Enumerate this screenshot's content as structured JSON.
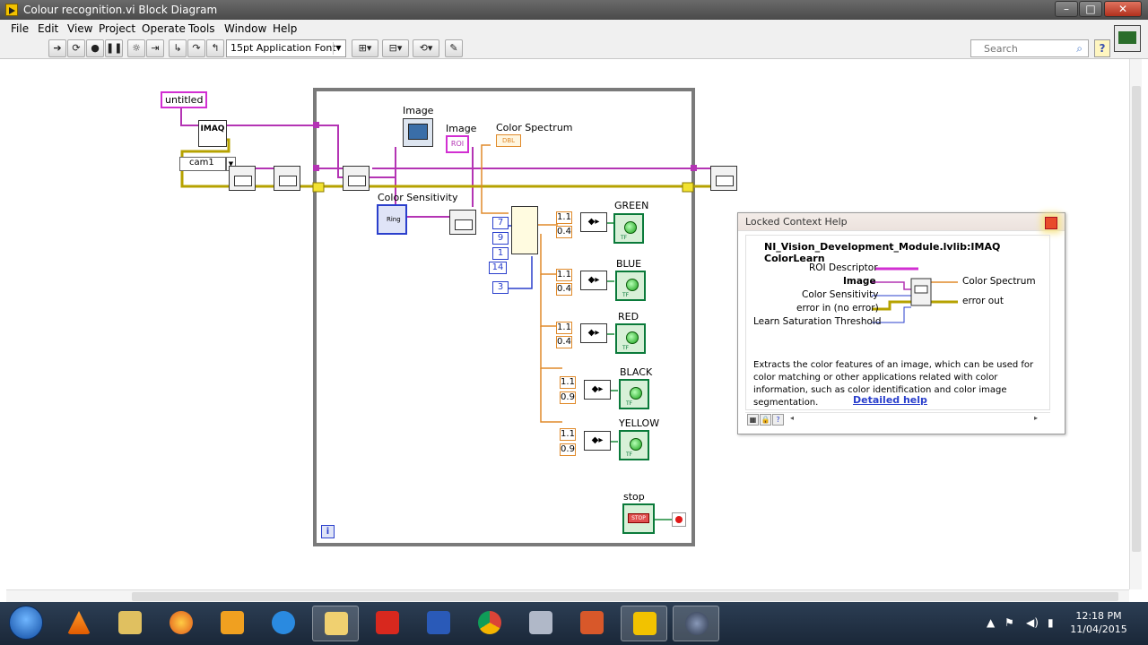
{
  "window": {
    "title": "Colour recognition.vi Block Diagram",
    "controls": {
      "minimize": "–",
      "maximize": "□",
      "close": "✕"
    }
  },
  "menu": [
    "File",
    "Edit",
    "View",
    "Project",
    "Operate",
    "Tools",
    "Window",
    "Help"
  ],
  "toolbar": {
    "font_selector": "15pt Application Font",
    "search_placeholder": "Search",
    "help_label": "?"
  },
  "diagram": {
    "untitled_label": "untitled",
    "imaq_label": "IMAQ",
    "camera_label": "cam1",
    "image_indicator_label": "Image",
    "image_roi_label": "Image",
    "roi_label": "ROI",
    "color_spectrum_label": "Color Spectrum",
    "dbl_label": "DBL",
    "color_sensitivity_label": "Color Sensitivity",
    "ring_label": "Ring",
    "index_constants": [
      "7",
      "9",
      "1",
      "14",
      "3"
    ],
    "loop_iteration_label": "i",
    "stop_label": "stop",
    "stop_button_text": "STOP",
    "tf_label": "TF",
    "colors": [
      {
        "name": "GREEN",
        "upper": "1.1",
        "lower": "0.4"
      },
      {
        "name": "BLUE",
        "upper": "1.1",
        "lower": "0.4"
      },
      {
        "name": "RED",
        "upper": "1.1",
        "lower": "0.4"
      },
      {
        "name": "BLACK",
        "upper": "1.1",
        "lower": "0.9"
      },
      {
        "name": "YELLOW",
        "upper": "1.1",
        "lower": "0.9"
      }
    ]
  },
  "context_help": {
    "title": "Locked Context Help",
    "function_name": "NI_Vision_Development_Module.lvlib:IMAQ ColorLearn",
    "inputs": [
      "ROI Descriptor",
      "Image",
      "Color Sensitivity",
      "error in (no error)",
      "Learn Saturation Threshold"
    ],
    "outputs": [
      "Color Spectrum",
      "error out"
    ],
    "description": "Extracts the color features of an image, which can be used for color matching or other applications related with color information, such as color identification and color image segmentation.",
    "link": "Detailed help"
  },
  "taskbar": {
    "time": "12:18 PM",
    "date": "11/04/2015",
    "apps": [
      "vlc-icon",
      "file-explorer-icon",
      "firefox-icon",
      "media-player-icon",
      "internet-explorer-icon",
      "folder-icon",
      "acrobat-icon",
      "word-icon",
      "chrome-icon",
      "tool-icon",
      "powerpoint-icon",
      "labview-icon",
      "camera-icon"
    ]
  },
  "wire_colors": {
    "image": "#b434b4",
    "error": "#b6a200",
    "numeric": "#e08a2a",
    "integer": "#2a3fcc",
    "boolean": "#1a8a3a"
  }
}
